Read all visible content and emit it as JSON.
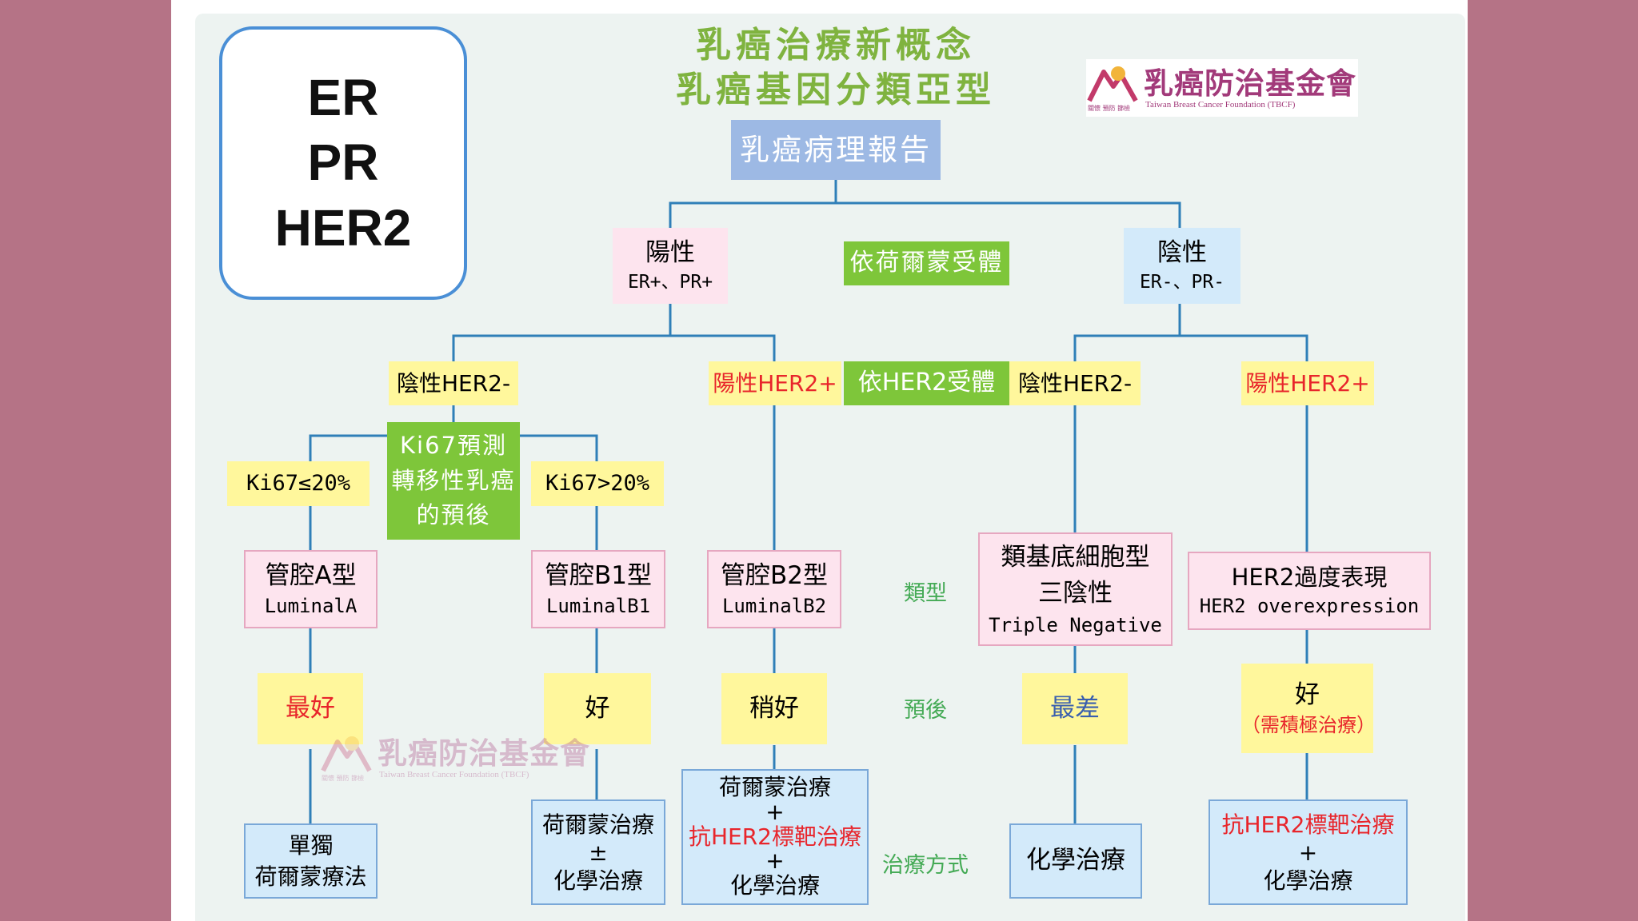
{
  "legend_box": {
    "line1": "ER",
    "line2": "PR",
    "line3": "HER2"
  },
  "title": {
    "line1": "乳癌治療新概念",
    "line2": "乳癌基因分類亞型"
  },
  "logo": {
    "name_zh": "乳癌防治基金會",
    "name_en": "Taiwan Breast Cancer Foundation (TBCF)",
    "small": "關懷 預防 篩檢"
  },
  "watermark": {
    "name_zh": "乳癌防治基金會",
    "name_en": "Taiwan Breast Cancer Foundation (TBCF)",
    "small": "關懷 預防 篩檢"
  },
  "root": "乳癌病理報告",
  "hormone": {
    "criterion": "依荷爾蒙受體",
    "positive": {
      "label": "陽性",
      "sub": "ER+、PR+"
    },
    "negative": {
      "label": "陰性",
      "sub": "ER-、PR-"
    }
  },
  "her2": {
    "criterion": "依HER2受體",
    "pos_neg": "陰性HER2-",
    "pos_pos": "陽性HER2+",
    "neg_neg": "陰性HER2-",
    "neg_pos": "陽性HER2+"
  },
  "ki67": {
    "note": {
      "line1": "Ki67預測",
      "line2": "轉移性乳癌",
      "line3": "的預後"
    },
    "low": "Ki67≤20%",
    "high": "Ki67>20%"
  },
  "row_labels": {
    "type": "類型",
    "prognosis": "預後",
    "treatment": "治療方式"
  },
  "types": {
    "luminal_a": {
      "zh": "管腔A型",
      "en": "LuminalA"
    },
    "luminal_b1": {
      "zh": "管腔B1型",
      "en": "LuminalB1"
    },
    "luminal_b2": {
      "zh": "管腔B2型",
      "en": "LuminalB2"
    },
    "triple_negative": {
      "zh1": "類基底細胞型",
      "zh2": "三陰性",
      "en": "Triple Negative"
    },
    "her2_over": {
      "zh": "HER2過度表現",
      "en": "HER2 overexpression"
    }
  },
  "prognosis": {
    "luminal_a": "最好",
    "luminal_b1": "好",
    "luminal_b2": "稍好",
    "triple_negative": "最差",
    "her2_over": "好",
    "her2_over_note": "（需積極治療）"
  },
  "treatment": {
    "luminal_a": {
      "line1": "單獨",
      "line2": "荷爾蒙療法"
    },
    "luminal_b1": {
      "line1": "荷爾蒙治療",
      "line2": "±",
      "line3": "化學治療"
    },
    "luminal_b2": {
      "line1": "荷爾蒙治療",
      "line2": "+",
      "line3": "抗HER2標靶治療",
      "line4": "+",
      "line5": "化學治療"
    },
    "triple_negative": {
      "line1": "化學治療"
    },
    "her2_over": {
      "line1": "抗HER2標靶治療",
      "line2": "+",
      "line3": "化學治療"
    }
  },
  "colors": {
    "background": "#b57386",
    "panel": "#edf3f1",
    "connector": "#2f7fb8",
    "accent_green": "#7ec63a",
    "highlight_yellow": "#fff79c",
    "alert_red": "#e8252b"
  }
}
